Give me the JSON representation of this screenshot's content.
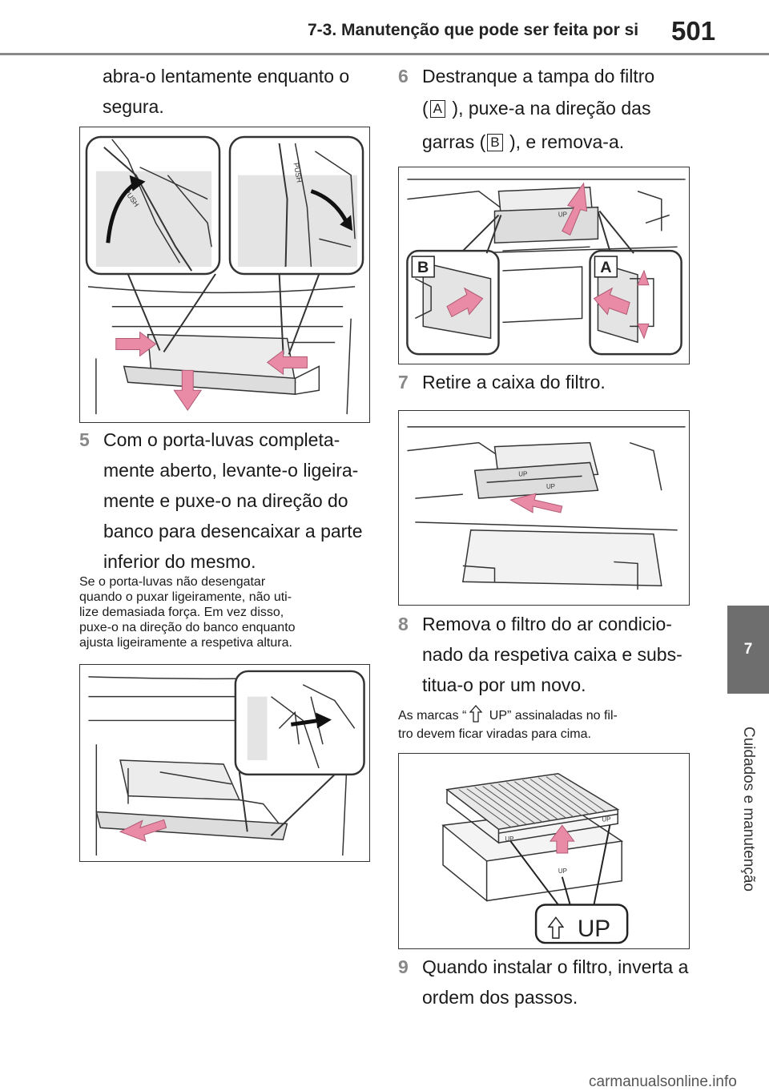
{
  "header": {
    "section": "7-3. Manutenção que pode ser feita por si",
    "page_number": "501"
  },
  "side_tab": {
    "number": "7",
    "label": "Cuidados e manutenção"
  },
  "left_column": {
    "intro_lines": [
      "abra-o lentamente enquanto o",
      "segura."
    ],
    "step5": {
      "number": "5",
      "lines": [
        "Com o porta-luvas completa-",
        "mente aberto, levante-o ligeira-",
        "mente e puxe-o na direção do",
        "banco para desencaixar a parte",
        "inferior do mesmo."
      ]
    },
    "note5_lines": [
      "Se o porta-luvas não desengatar",
      "quando o puxar ligeiramente, não uti-",
      "lize demasiada força. Em vez disso,",
      "puxe-o na direção do banco enquanto",
      "ajusta ligeiramente a respetiva altura."
    ]
  },
  "right_column": {
    "step6": {
      "number": "6",
      "line1": "Destranque a tampa do filtro",
      "line2_pre": "(",
      "label_a": "A",
      "line2_post": " ), puxe-a na direção das",
      "line3_pre": "garras (",
      "label_b": "B",
      "line3_post": " ), e remova-a."
    },
    "step7": {
      "number": "7",
      "text": "Retire a caixa do filtro."
    },
    "step8": {
      "number": "8",
      "lines": [
        "Remova o filtro do ar condicio-",
        "nado da respetiva caixa e subs-",
        "titua-o por um novo."
      ]
    },
    "note8": {
      "pre": "As marcas “",
      "post": " UP” assinaladas no fil-",
      "line2": "tro devem ficar viradas para cima."
    },
    "step9": {
      "number": "9",
      "lines": [
        "Quando instalar o filtro, inverta a",
        "ordem dos passos."
      ]
    }
  },
  "figures": {
    "fig1_labels": [
      "PUSH",
      "PUSH"
    ],
    "fig2_labels": [
      "B",
      "A",
      "UP"
    ],
    "fig3_labels": [
      "UP",
      "UP"
    ],
    "fig5_labels": [
      "UP",
      "UP",
      "UP"
    ],
    "fig5_callout": "UP"
  },
  "colors": {
    "arrow_pink": "#e98aa6",
    "step_number": "#888888",
    "side_tab": "#6e6e6e",
    "rule": "#8a8a8a"
  },
  "footer": {
    "text": "carmanualsonline.info"
  }
}
